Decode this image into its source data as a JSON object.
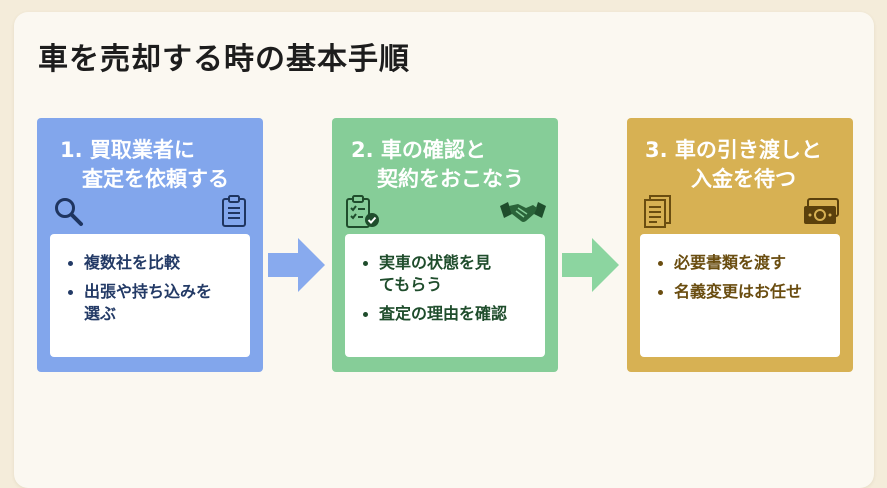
{
  "title": "車を売却する時の基本手順",
  "colors": {
    "step1": "#82a6ec",
    "step2": "#86cd98",
    "step3": "#d7b153",
    "arrow1": "#88aaee",
    "arrow2": "#8cd5a0"
  },
  "steps": [
    {
      "title_line1": "1. 買取業者に",
      "title_line2": "査定を依頼する",
      "icons": [
        "search-icon",
        "clipboard-icon"
      ],
      "items": [
        "複数社を比較",
        "出張や持ち込みを",
        "選ぶ"
      ]
    },
    {
      "title_line1": "2. 車の確認と",
      "title_line2": "契約をおこなう",
      "icons": [
        "checklist-icon",
        "handshake-icon"
      ],
      "items": [
        "実車の状態を見",
        "てもらう",
        "査定の理由を確認"
      ]
    },
    {
      "title_line1": "3. 車の引き渡しと",
      "title_line2": "入金を待つ",
      "icons": [
        "document-icon",
        "money-icon"
      ],
      "items": [
        "必要書類を渡す",
        "名義変更はお任せ"
      ]
    }
  ]
}
